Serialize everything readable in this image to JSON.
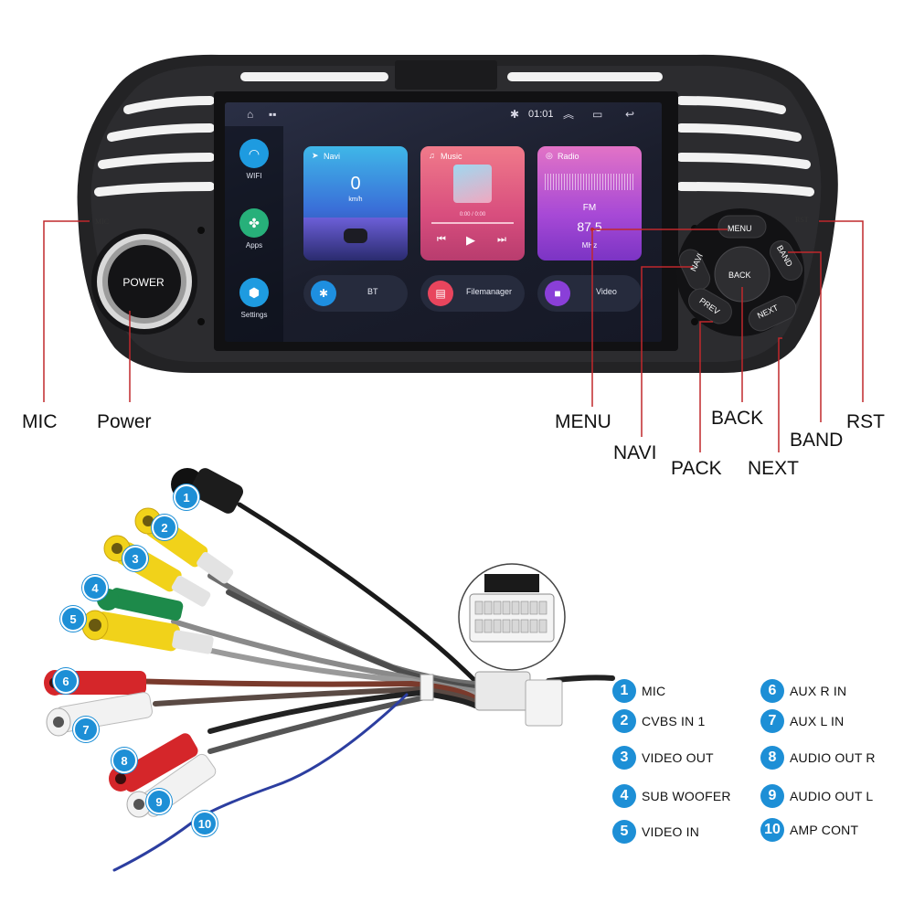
{
  "screen": {
    "status": {
      "time": "01:01"
    },
    "sidebar": [
      {
        "label": "WIFI",
        "icon": "wifi-icon",
        "color": "#1e9be0"
      },
      {
        "label": "Apps",
        "icon": "apps-icon",
        "color": "#27b07a"
      },
      {
        "label": "Settings",
        "icon": "settings-icon",
        "color": "#1e9be0"
      }
    ],
    "cards": {
      "navi": {
        "title": "Navi",
        "speed": "0",
        "unit": "km/h"
      },
      "music": {
        "title": "Music",
        "time": "0:00 / 0:00"
      },
      "radio": {
        "title": "Radio",
        "band": "FM",
        "freq": "87.5",
        "unit": "MHz"
      }
    },
    "pills": [
      {
        "label": "BT",
        "icon": "bluetooth-icon",
        "color": "#1e8fe0"
      },
      {
        "label": "Filemanager",
        "icon": "folder-icon",
        "color": "#e8455d"
      },
      {
        "label": "Video",
        "icon": "video-icon",
        "color": "#8a3fd8"
      }
    ]
  },
  "unit_labels": {
    "power": "POWER",
    "mic_tiny": "MIC",
    "rst_tiny": "RST",
    "menu": "MENU",
    "navi": "NAVI",
    "back": "BACK",
    "band": "BAND",
    "prev": "PREV",
    "next": "NEXT"
  },
  "callouts": {
    "mic": "MIC",
    "power": "Power",
    "menu": "MENU",
    "navi": "NAVI",
    "pack": "PACK",
    "back": "BACK",
    "next": "NEXT",
    "band": "BAND",
    "rst": "RST"
  },
  "harness_badges": [
    "1",
    "2",
    "3",
    "4",
    "5",
    "6",
    "7",
    "8",
    "9",
    "10"
  ],
  "legend": [
    {
      "num": "1",
      "label": "MIC"
    },
    {
      "num": "2",
      "label": "CVBS IN 1"
    },
    {
      "num": "3",
      "label": "VIDEO OUT"
    },
    {
      "num": "4",
      "label": "SUB WOOFER"
    },
    {
      "num": "5",
      "label": "VIDEO IN"
    },
    {
      "num": "6",
      "label": "AUX R IN"
    },
    {
      "num": "7",
      "label": "AUX L IN"
    },
    {
      "num": "8",
      "label": "AUDIO OUT R"
    },
    {
      "num": "9",
      "label": "AUDIO OUT L"
    },
    {
      "num": "10",
      "label": "AMP CONT"
    }
  ],
  "colors": {
    "badge": "#1d8fd6",
    "callout_line": "#c0282c",
    "bezel": "#232325"
  }
}
